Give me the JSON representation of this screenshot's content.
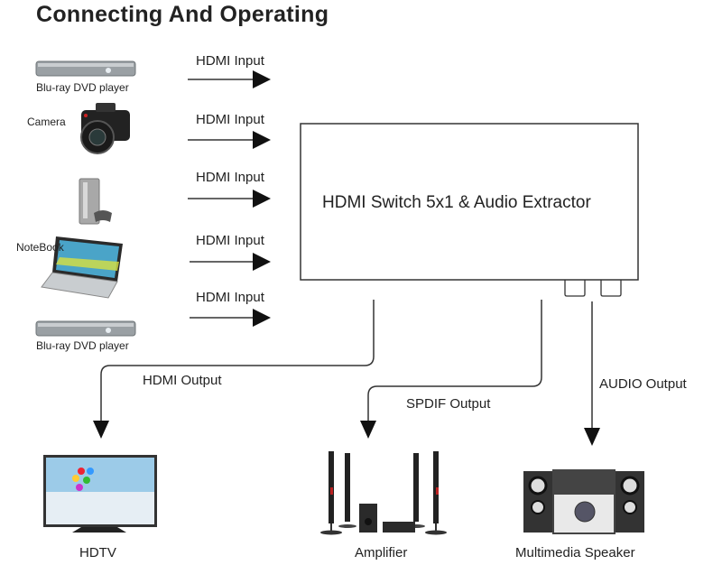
{
  "title": "Connecting And Operating",
  "switch_box": {
    "label": "HDMI Switch 5x1 & Audio Extractor"
  },
  "inputs": [
    {
      "device": "Blu-ray DVD player",
      "connection": "HDMI Input",
      "icon": "bluray-player-icon"
    },
    {
      "device": "Camera",
      "connection": "HDMI Input",
      "icon": "camera-icon"
    },
    {
      "device": "",
      "connection": "HDMI Input",
      "icon": "game-console-icon"
    },
    {
      "device": "NoteBook",
      "connection": "HDMI Input",
      "icon": "notebook-icon"
    },
    {
      "device": "Blu-ray DVD player",
      "connection": "HDMI Input",
      "icon": "bluray-player-icon"
    }
  ],
  "outputs": [
    {
      "connection": "HDMI Output",
      "device": "HDTV",
      "icon": "hdtv-icon"
    },
    {
      "connection": "SPDIF Output",
      "device": "Amplifier",
      "icon": "amplifier-icon"
    },
    {
      "connection": "AUDIO Output",
      "device": "Multimedia Speaker",
      "icon": "speaker-icon"
    }
  ]
}
